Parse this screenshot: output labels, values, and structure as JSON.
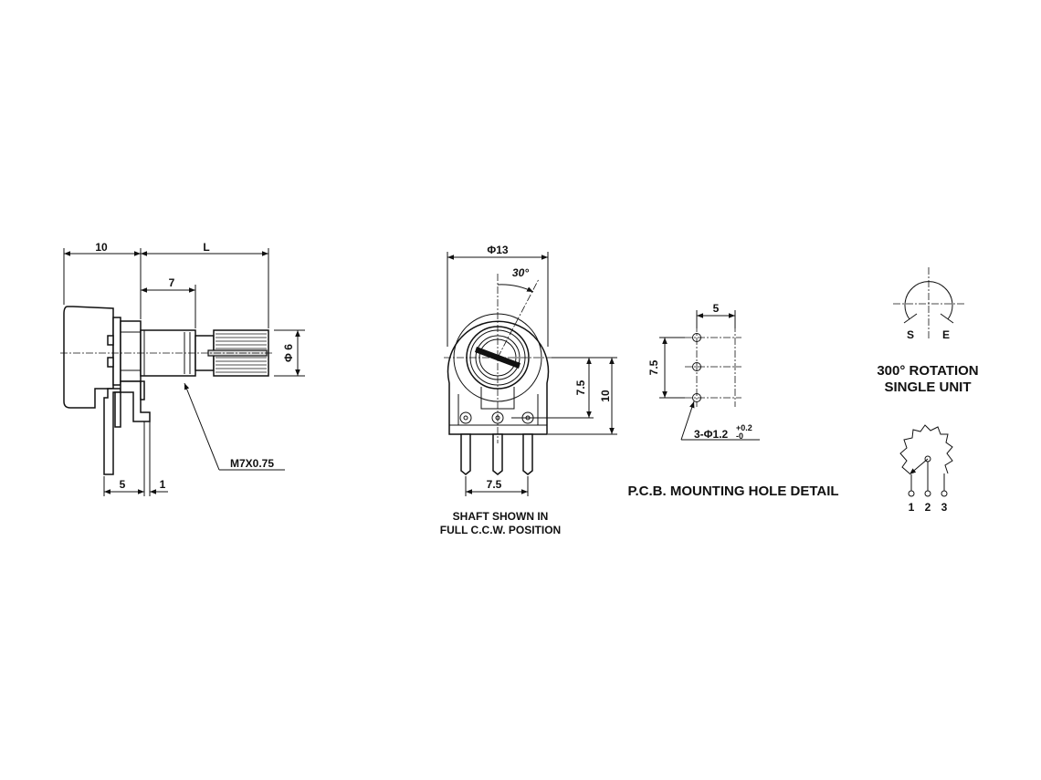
{
  "side_view": {
    "dim_top_left": "10",
    "dim_top_length": "L",
    "dim_bushing": "7",
    "dim_shaft_dia": "Φ 6",
    "thread_label": "M7X0.75",
    "dim_bottom_pin": "5",
    "dim_bottom_thickness": "1"
  },
  "front_view": {
    "dim_body_dia": "Φ13",
    "dim_angle": "30°",
    "dim_height_small": "7.5",
    "dim_height_total": "10",
    "dim_pin_pitch": "7.5",
    "caption_line1": "SHAFT SHOWN IN",
    "caption_line2": "FULL C.C.W. POSITION"
  },
  "pcb_detail": {
    "dim_spacing_x": "5",
    "dim_spacing_y": "7.5",
    "hole_label": "3-Φ1.2",
    "tol_plus": "+0.2",
    "tol_minus": "-0",
    "title": "P.C.B. MOUNTING HOLE DETAIL"
  },
  "rotation": {
    "label_start": "S",
    "label_end": "E",
    "title_line1": "300° ROTATION",
    "title_line2": "SINGLE UNIT"
  },
  "schematic": {
    "pin_1": "1",
    "pin_2": "2",
    "pin_3": "3"
  }
}
